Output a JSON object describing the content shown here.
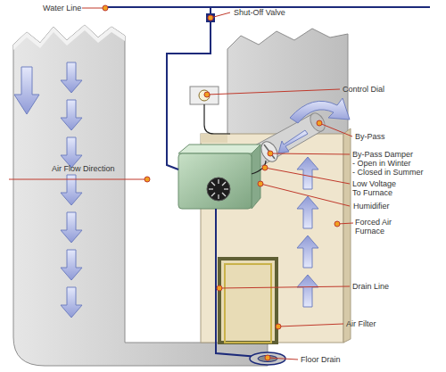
{
  "diagram": {
    "labels": [
      "Water Line",
      "Shut-Off Valve",
      "Control Dial",
      "By-Pass",
      "By-Pass Damper",
      "- Open in Winter",
      "- Closed in Summer",
      "Low Voltage To Furnace",
      "Humidifier",
      "Air Flow Direction",
      "Forced Air Furnace",
      "Drain Line",
      "Air Filter",
      "Floor Drain"
    ]
  }
}
